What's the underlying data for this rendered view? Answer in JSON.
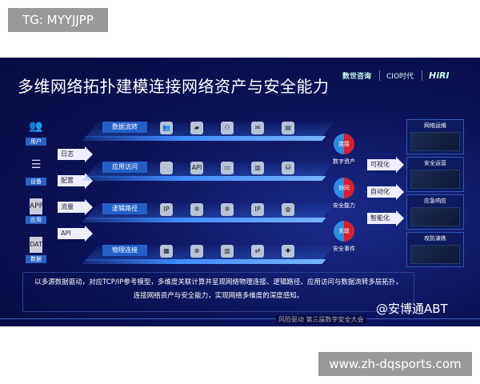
{
  "overlay_tag": "TG: MYYJJPP",
  "overlay_url": "www.zh-dqsports.com",
  "slide": {
    "title": "多维网络拓扑建模连接网络资产与安全能力",
    "logos": [
      "数世咨询",
      "CIO时代",
      "HiRI"
    ],
    "sources": [
      {
        "label": "用户",
        "icon": "users-icon"
      },
      {
        "label": "设备",
        "icon": "server-icon"
      },
      {
        "label": "应用",
        "icon": "app-file-icon"
      },
      {
        "label": "数据",
        "icon": "dat-file-icon"
      }
    ],
    "inputs": [
      "日志",
      "配置",
      "流量",
      "API"
    ],
    "layers": [
      {
        "label": "数据流转",
        "icons": [
          "users-icon",
          "folder-icon",
          "org-icon",
          "mail-icon",
          "dat-file-icon"
        ]
      },
      {
        "label": "应用访问",
        "icons": [
          "code-monitor-icon",
          "api-file-icon",
          "api-window-icon",
          "document-icon",
          "database-icon"
        ]
      },
      {
        "label": "逻辑路径",
        "icons": [
          "ip-pin-icon",
          "network-icon",
          "network-icon",
          "ip-pin-icon",
          "globe-icon"
        ]
      },
      {
        "label": "物理连接",
        "icons": [
          "devices-icon",
          "switch-icon",
          "rack-icon",
          "router-icon",
          "topology-icon"
        ]
      }
    ],
    "links": [
      {
        "center": "连接",
        "label": "数字资产"
      },
      {
        "center": "协同",
        "label": "安全能力"
      },
      {
        "center": "关联",
        "label": "安全事件"
      }
    ],
    "outputs": [
      "可视化",
      "自动化",
      "智能化"
    ],
    "panels": [
      "网络运维",
      "安全运营",
      "应急响应",
      "攻防演练"
    ],
    "description_line1": "以多源数据驱动，对应TCP/IP参考模型，多维度关联计算并呈现网络物理连接、逻辑路径、应用访问与数据流转多层拓扑，",
    "description_line2": "连接网络资产与安全能力，实现网络多维度的深度感知。",
    "watermark": "@安博通ABT",
    "footer": "风险驱动 第三届数字安全大会"
  },
  "colors": {
    "background": "#0b1258",
    "accent": "#3f8cff",
    "red": "#d42030"
  }
}
